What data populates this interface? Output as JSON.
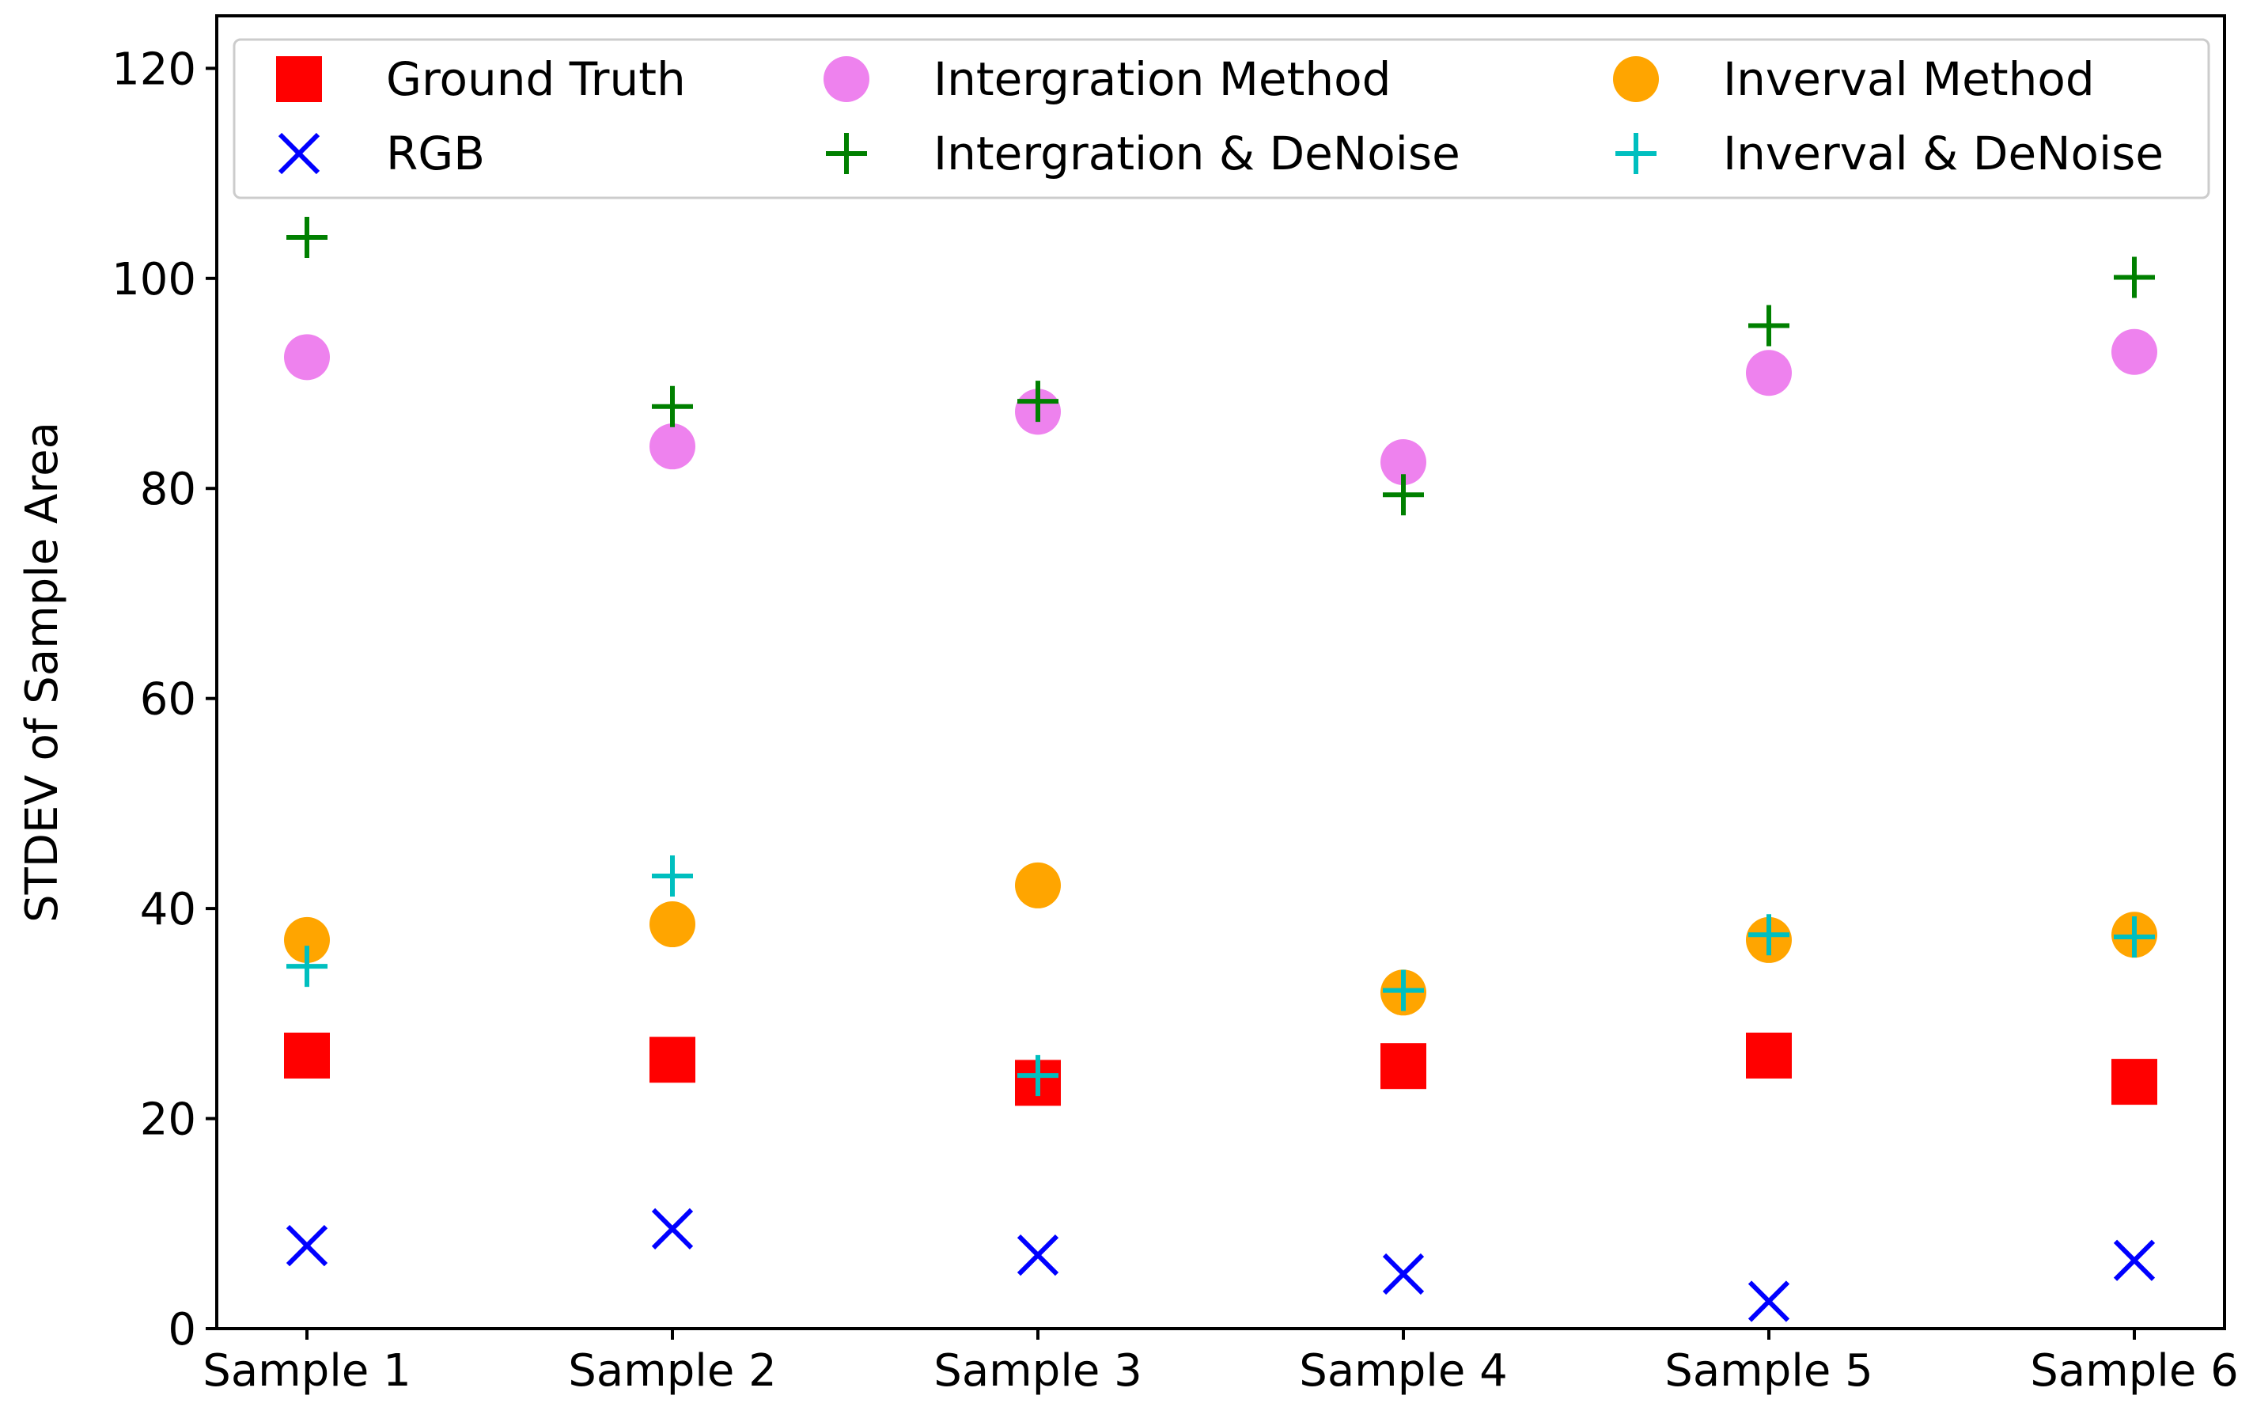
{
  "chart_data": {
    "type": "scatter",
    "title": "",
    "xlabel": "",
    "ylabel": "STDEV of Sample Area",
    "categories": [
      "Sample 1",
      "Sample 2",
      "Sample 3",
      "Sample 4",
      "Sample 5",
      "Sample 6"
    ],
    "ylim": [
      0,
      125
    ],
    "yticks": [
      0,
      20,
      40,
      60,
      80,
      100,
      120
    ],
    "grid": false,
    "legend": {
      "placement": "top",
      "columns": 3
    },
    "series": [
      {
        "name": "Ground Truth",
        "marker": "square",
        "color": "#ff0000",
        "values": [
          26,
          25.6,
          23.4,
          25,
          26,
          23.5
        ]
      },
      {
        "name": "RGB",
        "marker": "x",
        "color": "#0000ff",
        "values": [
          7.9,
          9.5,
          7,
          5.2,
          2.6,
          6.5
        ]
      },
      {
        "name": "Intergration Method",
        "marker": "circle",
        "color": "#ee82ee",
        "values": [
          92.5,
          84,
          87.3,
          82.5,
          91,
          93
        ]
      },
      {
        "name": "Intergration & DeNoise",
        "marker": "plus",
        "color": "#008000",
        "values": [
          103.9,
          87.8,
          88.3,
          79.4,
          95.5,
          100.1
        ]
      },
      {
        "name": "Inverval Method",
        "marker": "circle",
        "color": "#ffa500",
        "values": [
          37,
          38.5,
          42.2,
          32,
          37,
          37.5
        ]
      },
      {
        "name": "Inverval & DeNoise",
        "marker": "plus",
        "color": "#00bfbf",
        "values": [
          34.5,
          43.1,
          24.1,
          32.2,
          37.5,
          37.3
        ]
      }
    ]
  }
}
